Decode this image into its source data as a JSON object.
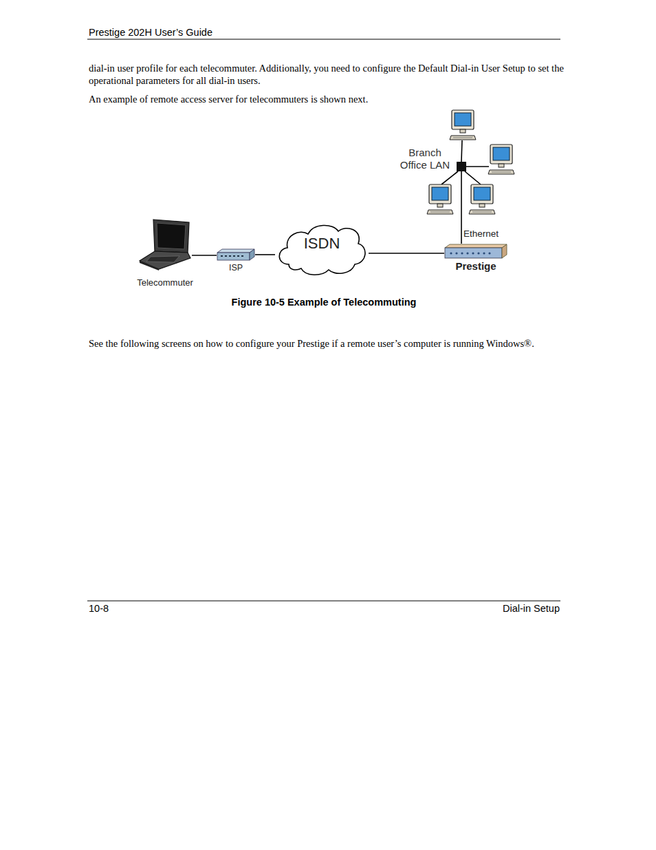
{
  "diagram": {
    "caption": "Figure 10-5 Example of Telecommuting",
    "nodes": [
      {
        "text": [
          "Telecommuter"
        ]
      },
      {
        "text": [
          "ISP"
        ]
      },
      {
        "text": [
          "ISDN"
        ]
      },
      {
        "text": [
          "Branch Office LAN"
        ]
      },
      {
        "text": [
          "Prestige"
        ]
      }
    ],
    "edges": [
      {
        "from": 0,
        "to": 1,
        "arrow": "none"
      },
      {
        "from": 1,
        "to": 2,
        "arrow": "none"
      },
      {
        "from": 2,
        "to": 4,
        "arrow": "none"
      },
      {
        "from": 3,
        "to": 4,
        "label": "Ethernet",
        "arrow": "none"
      }
    ],
    "labels": [
      "Prestige 202H User’s Guide",
      "dial-in user profile for each telecommuter. Additionally, you need to configure the Default Dial-in User Setup to set the operational parameters for all dial-in users.",
      "An example of remote access server for telecommuters is shown next.",
      "See the following screens on how to configure your Prestige if a remote user’s computer is running Windows®.",
      "10-8",
      "Dial-in Setup"
    ]
  }
}
